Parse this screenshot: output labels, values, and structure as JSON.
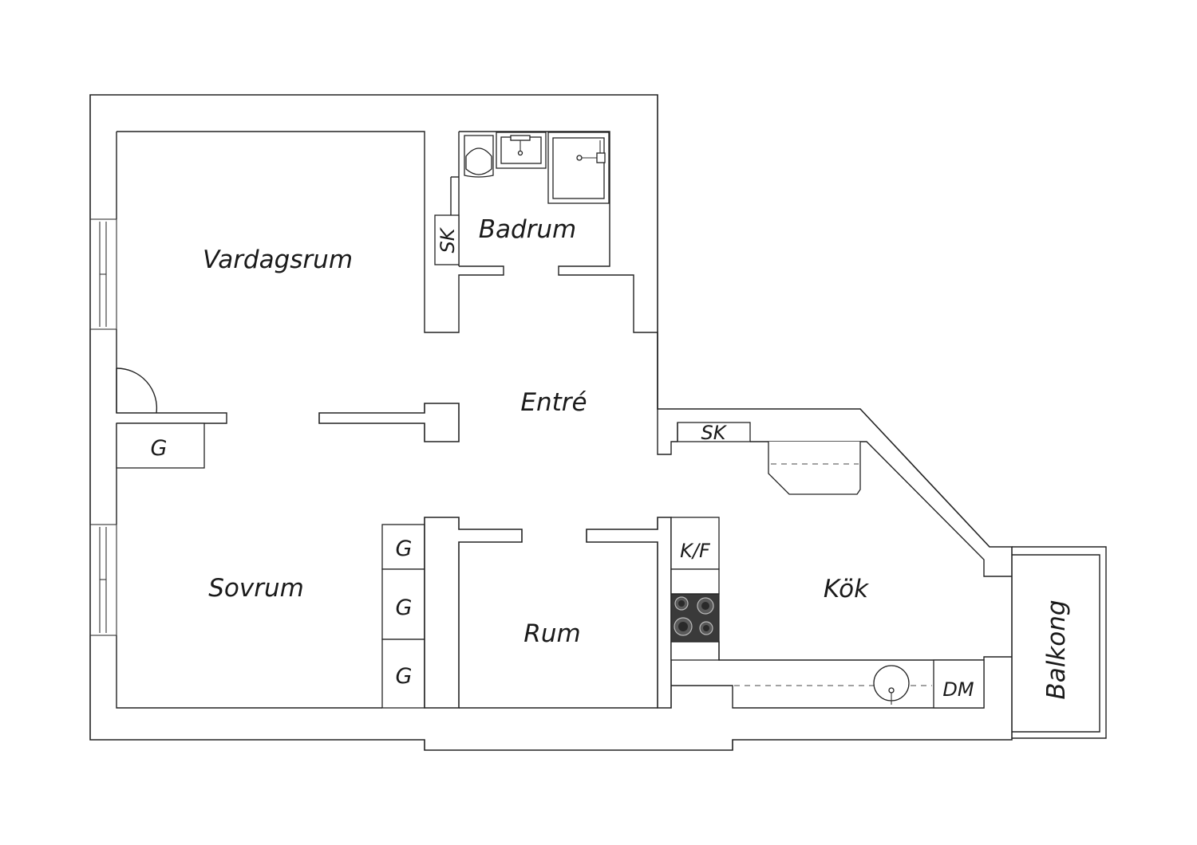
{
  "rooms": {
    "vardagsrum": "Vardagsrum",
    "badrum": "Badrum",
    "entre": "Entré",
    "sovrum": "Sovrum",
    "rum": "Rum",
    "kok": "Kök",
    "balkong": "Balkong"
  },
  "fixtures": {
    "wardrobe_hall": "G",
    "wardrobe_1": "G",
    "wardrobe_2": "G",
    "wardrobe_3": "G",
    "cabinet_bath": "SK",
    "cabinet_kitchen": "SK",
    "fridge_freezer": "K/F",
    "dishwasher": "DM"
  },
  "colors": {
    "wall_stroke": "#222222",
    "stove": "#3a3a3a"
  }
}
